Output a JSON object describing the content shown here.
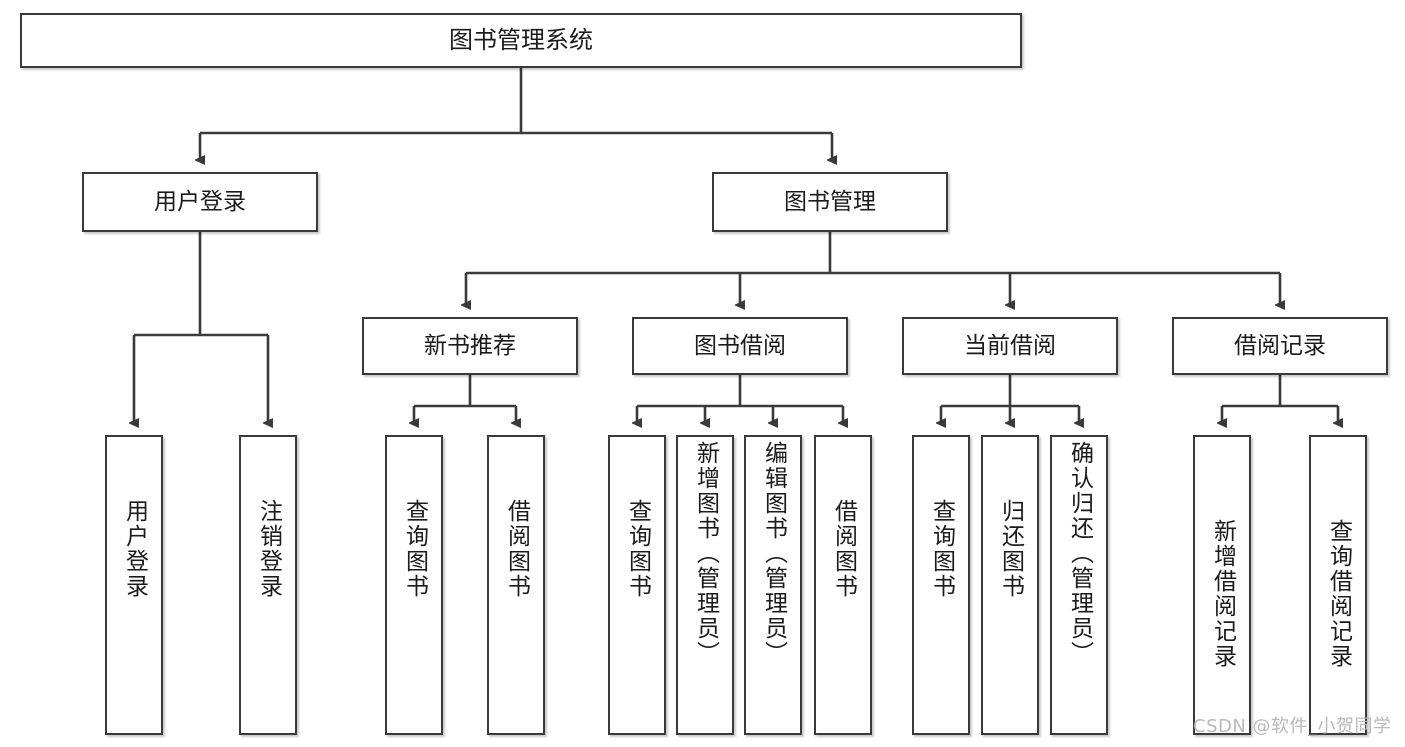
{
  "diagram": {
    "title": "图书管理系统",
    "type": "tree-hierarchy",
    "root": {
      "label": "图书管理系统"
    },
    "level2": [
      {
        "label": "用户登录"
      },
      {
        "label": "图书管理"
      }
    ],
    "level3": [
      {
        "label": "新书推荐"
      },
      {
        "label": "图书借阅"
      },
      {
        "label": "当前借阅"
      },
      {
        "label": "借阅记录"
      }
    ],
    "leaves": {
      "user_login": [
        {
          "label": "用户登录"
        },
        {
          "label": "注销登录"
        }
      ],
      "new_book_recommend": [
        {
          "label": "查询图书"
        },
        {
          "label": "借阅图书"
        }
      ],
      "book_borrow": [
        {
          "label": "查询图书"
        },
        {
          "label": "新增图书（管理员）"
        },
        {
          "label": "编辑图书（管理员）"
        },
        {
          "label": "借阅图书"
        }
      ],
      "current_borrow": [
        {
          "label": "查询图书"
        },
        {
          "label": "归还图书"
        },
        {
          "label": "确认归还（管理员）"
        }
      ],
      "borrow_record": [
        {
          "label": "新增借阅记录"
        },
        {
          "label": "查询借阅记录"
        }
      ]
    }
  },
  "watermark": {
    "text": "CSDN @软件_小贺同学"
  },
  "colors": {
    "border": "#3a3a3a",
    "background": "#ffffff",
    "text": "#1b1b1b",
    "watermark": "#b9b9b9"
  }
}
